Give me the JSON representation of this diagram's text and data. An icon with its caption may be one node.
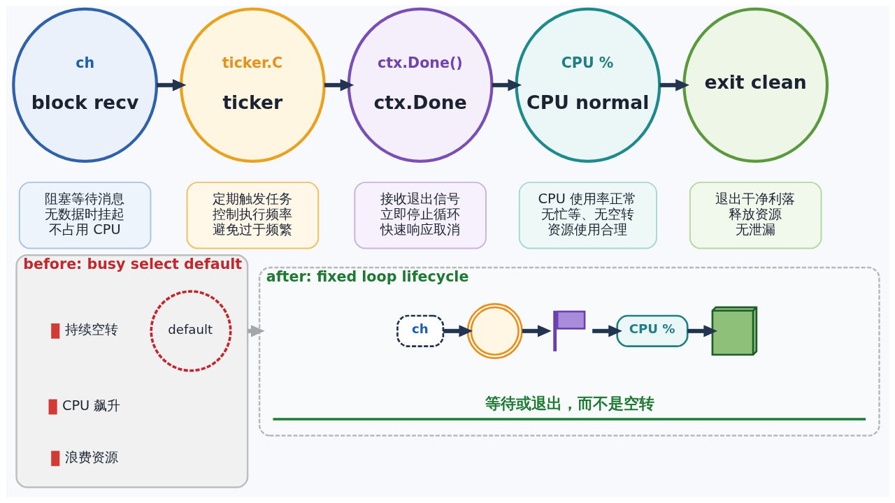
{
  "diagram": {
    "nodes": [
      {
        "text": [
          "ch",
          "block recv"
        ]
      },
      {
        "text": [
          "ticker.C",
          "ticker"
        ]
      },
      {
        "text": [
          "ctx.Done()",
          "ctx.Done"
        ]
      },
      {
        "text": [
          "CPU %",
          "CPU normal"
        ]
      },
      {
        "text": [
          "exit clean"
        ]
      },
      {
        "text": [
          "阻塞等待消息",
          "无数据时挂起",
          "不占用 CPU"
        ]
      },
      {
        "text": [
          "定期触发任务",
          "控制执行频率",
          "避免过于频繁"
        ]
      },
      {
        "text": [
          "接收退出信号",
          "立即停止循环",
          "快速响应取消"
        ]
      },
      {
        "text": [
          "CPU 使用率正常",
          "无忙等、无空转",
          "资源使用合理"
        ]
      },
      {
        "text": [
          "退出干净利落",
          "释放资源",
          "无泄漏"
        ]
      },
      {
        "text": [
          "before: busy select default"
        ]
      },
      {
        "text": [
          "default"
        ],
        "in": 10
      },
      {
        "text": [
          "after: fixed loop lifecycle"
        ]
      },
      {
        "text": [
          "ch"
        ],
        "in": 12
      },
      {
        "text": [],
        "shape": "picture",
        "in": 12
      },
      {
        "text": [],
        "shape": "picture",
        "in": 12
      },
      {
        "text": [
          "CPU %"
        ],
        "in": 12
      },
      {
        "text": [],
        "shape": "picture",
        "in": 12
      }
    ],
    "edges": [
      {
        "from": 0,
        "to": 1,
        "arrow": "to"
      },
      {
        "from": 1,
        "to": 2,
        "arrow": "to"
      },
      {
        "from": 2,
        "to": 3,
        "arrow": "to"
      },
      {
        "from": 3,
        "to": 4,
        "arrow": "to"
      },
      {
        "from": 10,
        "to": 12,
        "arrow": "to",
        "color": "#a3a7ab"
      },
      {
        "from": 13,
        "to": 14,
        "arrow": "to"
      },
      {
        "from": 14,
        "to": 15,
        "arrow": "to"
      },
      {
        "from": 15,
        "to": 16,
        "arrow": "to"
      },
      {
        "from": 16,
        "to": 17,
        "arrow": "to"
      }
    ],
    "labels": [
      "持续空转",
      "CPU 飙升",
      "浪费资源",
      "等待或退出，而不是空转"
    ]
  }
}
